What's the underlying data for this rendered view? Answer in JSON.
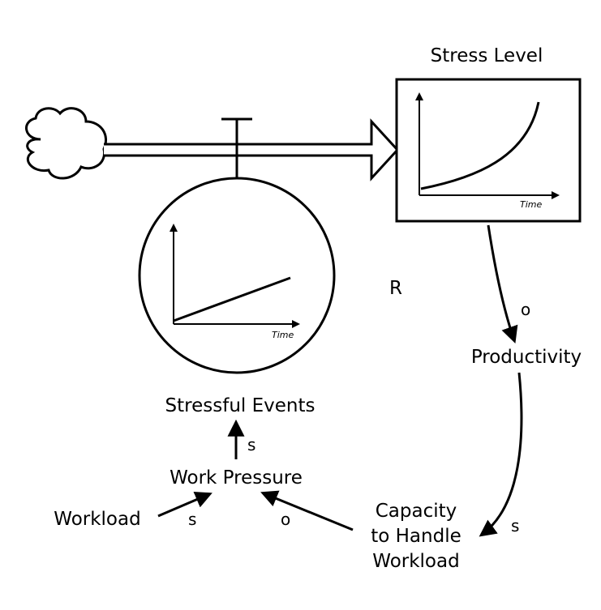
{
  "stock": {
    "title": "Stress Level",
    "graph_axis_label": "Time"
  },
  "flow": {
    "graph_axis_label": "Time",
    "name": "Stressful Events"
  },
  "variables": {
    "work_pressure": "Work Pressure",
    "workload": "Workload",
    "productivity": "Productivity",
    "capacity_line1": "Capacity",
    "capacity_line2": "to Handle",
    "capacity_line3": "Workload"
  },
  "loop": {
    "label": "R"
  },
  "polarities": {
    "stress_to_productivity": "o",
    "productivity_to_capacity": "s",
    "capacity_to_pressure": "o",
    "workload_to_pressure": "s",
    "pressure_to_events": "s"
  }
}
